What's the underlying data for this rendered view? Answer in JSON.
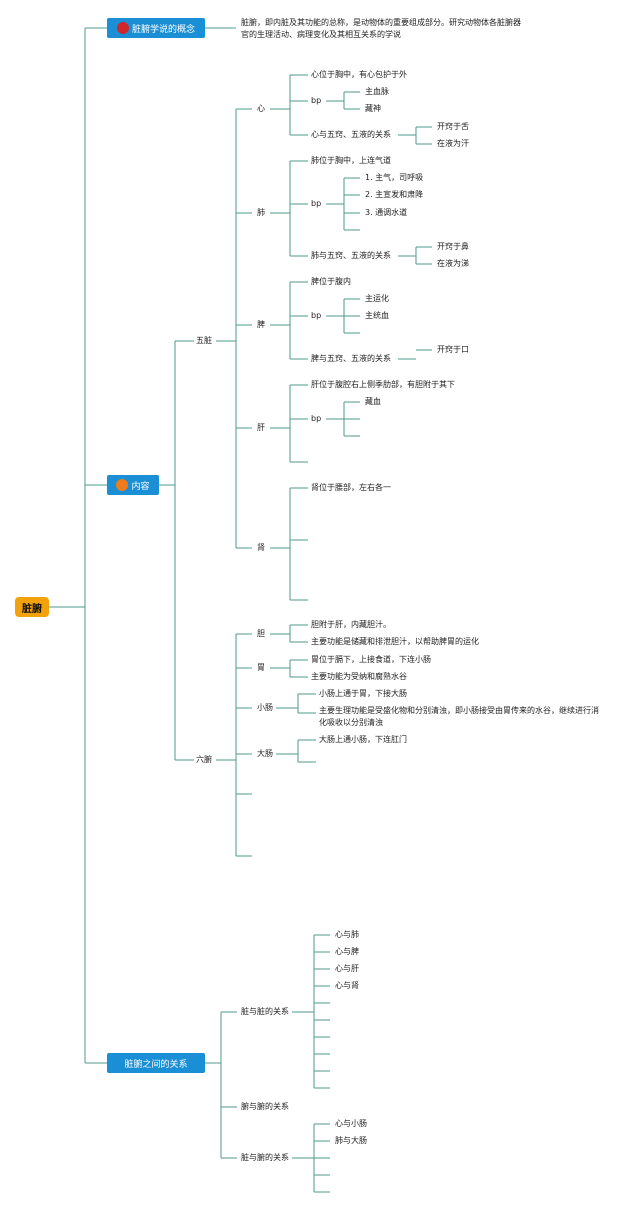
{
  "root": "脏腑",
  "concept": {
    "label": "脏腑学说的概念",
    "text_line1": "脏腑，即内脏及其功能的总称，是动物体的重要组成部分。研究动物体各脏腑器",
    "text_line2": "官的生理活动、病理变化及其相互关系的学说"
  },
  "content": {
    "label": "内容",
    "wuzang": {
      "label": "五脏",
      "xin": {
        "label": "心",
        "loc": "心位于胸中，有心包护于外",
        "bp": "bp",
        "funcs": [
          "主血脉",
          "藏神"
        ],
        "rel": "心与五窍、五液的关系",
        "rel_items": [
          "开窍于舌",
          "在液为汗"
        ]
      },
      "fei": {
        "label": "肺",
        "loc": "肺位于胸中，上连气道",
        "bp": "bp",
        "funcs": [
          "1. 主气，司呼吸",
          "2. 主宣发和肃降",
          "3. 通调水道"
        ],
        "rel": "肺与五窍、五液的关系",
        "rel_items": [
          "开窍于鼻",
          "在液为涕"
        ]
      },
      "pi": {
        "label": "脾",
        "loc": "脾位于腹内",
        "bp": "bp",
        "funcs": [
          "主运化",
          "主统血"
        ],
        "rel": "脾与五窍、五液的关系",
        "rel_items": [
          "开窍于口"
        ]
      },
      "gan": {
        "label": "肝",
        "loc": "肝位于腹腔右上侧季肋部，有胆附于其下",
        "bp": "bp",
        "funcs": [
          "藏血"
        ]
      },
      "shen": {
        "label": "肾",
        "loc": "肾位于腰部，左右各一"
      }
    },
    "liufu": {
      "label": "六腑",
      "dan": {
        "label": "胆",
        "items": [
          "胆附于肝，内藏胆汁。",
          "主要功能是储藏和排泄胆汁，以帮助脾胃的运化"
        ]
      },
      "wei": {
        "label": "胃",
        "items": [
          "胃位于膈下，上接食道，下连小肠",
          "主要功能为受纳和腐熟水谷"
        ]
      },
      "xiaochang": {
        "label": "小肠",
        "item1": "小肠上通于胃，下接大肠",
        "item2_line1": "主要生理功能是受盛化物和分别清浊，即小肠接受由胃传来的水谷，继续进行消",
        "item2_line2": "化吸收以分别清浊"
      },
      "dachang": {
        "label": "大肠",
        "items": [
          "大肠上通小肠，下连肛门"
        ]
      }
    }
  },
  "relations": {
    "label": "脏腑之间的关系",
    "zang_zang": {
      "label": "脏与脏的关系",
      "items": [
        "心与肺",
        "心与脾",
        "心与肝",
        "心与肾"
      ]
    },
    "fu_fu": {
      "label": "腑与腑的关系"
    },
    "zang_fu": {
      "label": "脏与腑的关系",
      "items": [
        "心与小肠",
        "肺与大肠"
      ]
    }
  },
  "colors": {
    "line": "#4f9a8e",
    "root_bg": "#f4a20b",
    "box_bg": "#1b8fd6",
    "concept_marker": "#d0272b",
    "content_marker": "#f07b1a"
  }
}
